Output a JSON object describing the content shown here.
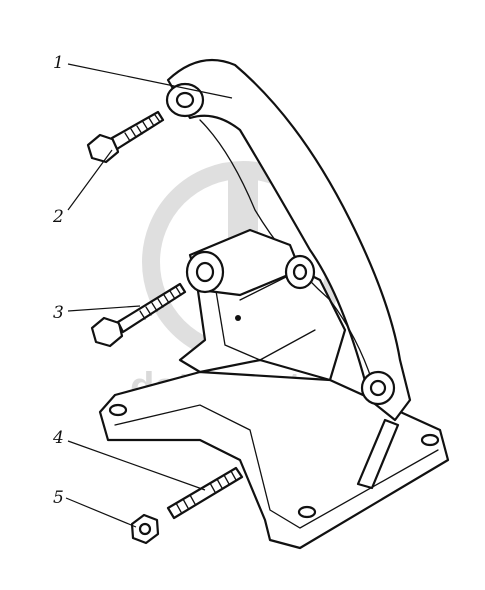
{
  "callouts": [
    {
      "id": "1",
      "label": "1"
    },
    {
      "id": "2",
      "label": "2"
    },
    {
      "id": "3",
      "label": "3"
    },
    {
      "id": "4",
      "label": "4"
    },
    {
      "id": "5",
      "label": "5"
    }
  ],
  "watermark": {
    "text": "data-parts",
    "color": "#d6d6d6"
  },
  "colors": {
    "ink": "#111111",
    "background": "#ffffff"
  }
}
